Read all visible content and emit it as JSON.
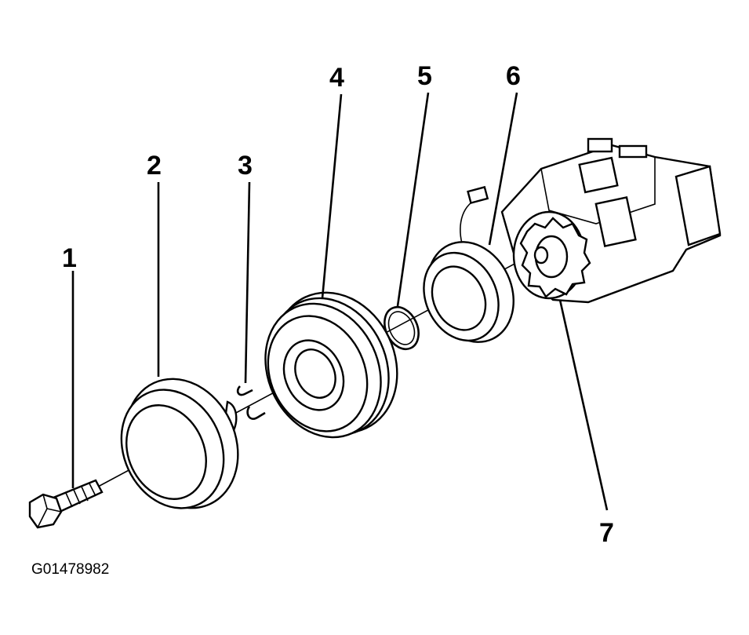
{
  "callouts": [
    "1",
    "2",
    "3",
    "4",
    "5",
    "6",
    "7"
  ],
  "figure_code": "G01478982"
}
